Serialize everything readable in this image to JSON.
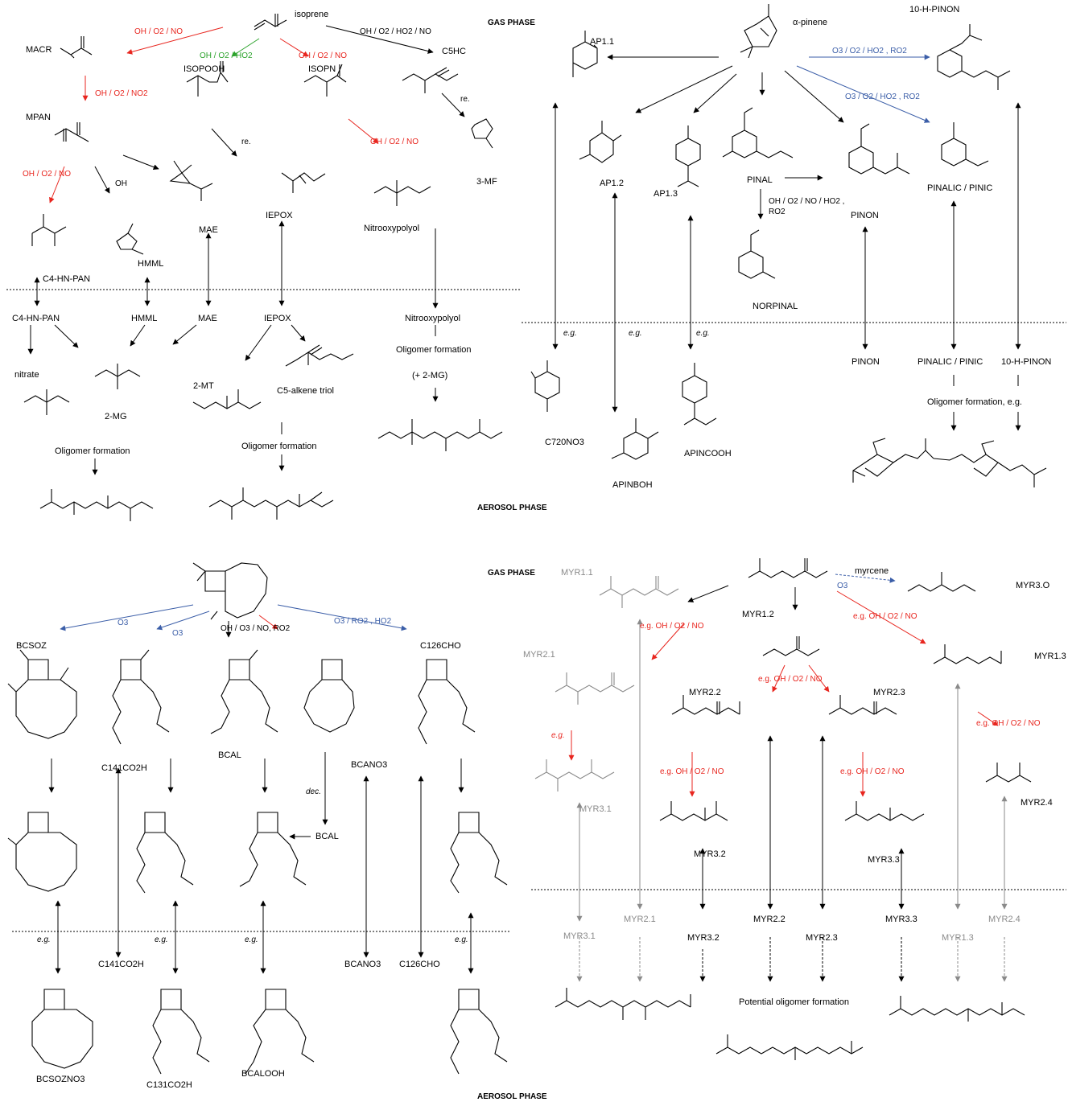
{
  "headers": {
    "gas_phase": "GAS PHASE",
    "aerosol_phase": "AEROSOL PHASE"
  },
  "colors": {
    "red": "#e8261f",
    "green": "#2ca32c",
    "blue": "#3b5ea8",
    "gray": "#8a8a8a",
    "black": "#000000"
  },
  "isoprene": {
    "isoprene": "isoprene",
    "macr": "MACR",
    "mpan": "MPAN",
    "isopooh": "ISOPOOH",
    "isopn": "ISOPN",
    "c5hc": "C5HC",
    "mf3": "3-MF",
    "mae": "MAE",
    "iepox": "IEPOX",
    "hmml": "HMML",
    "c4hnpan": "C4-HN-PAN",
    "nitrooxypolyol": "Nitrooxypolyol",
    "nitrate": "nitrate",
    "mg2": "2-MG",
    "mt2": "2-MT",
    "c5triol": "C5-alkene triol",
    "oligomer": "Oligomer formation",
    "oligomer_mg": "(+ 2-MG)",
    "r_oh_o2_no": "OH / O2 / NO",
    "r_oh_o2_ho2": "OH / O2 / HO2",
    "r_oh_o2_ho2_no": "OH / O2 / HO2 / NO",
    "r_oh_o2_no2": "OH / O2 / NO2",
    "r_oh": "OH",
    "r_re": "re."
  },
  "pinene": {
    "apinene": "α-pinene",
    "ap11": "AP1.1",
    "ap12": "AP1.2",
    "ap13": "AP1.3",
    "pinal": "PINAL",
    "norpinal": "NORPINAL",
    "pinon": "PINON",
    "hpinon": "10-H-PINON",
    "pinic": "PINALIC / PINIC",
    "c720no3": "C720NO3",
    "apinboh": "APINBOH",
    "apincooh": "APINCOOH",
    "oligomer_eg": "Oligomer formation, e.g.",
    "eg": "e.g.",
    "r_o3_ro2": "O3 / O2 / HO2 , RO2",
    "r_pinal": "OH / O2 / NO / HO2 , RO2"
  },
  "bcary": {
    "bcsoz": "BCSOZ",
    "c141co2h": "C141CO2H",
    "bcal": "BCAL",
    "bcano3": "BCANO3",
    "c126cho": "C126CHO",
    "bcsozno3": "BCSOZNO3",
    "c131co2h": "C131CO2H",
    "bcalooh": "BCALOOH",
    "r_o3": "O3",
    "r_oh": "OH / O3 / NO, RO2",
    "r_o3_ro2": "O3 / RO2 , HO2",
    "dec": "dec.",
    "eg": "e.g."
  },
  "myrcene": {
    "myrcene": "myrcene",
    "myr11": "MYR1.1",
    "myr12": "MYR1.2",
    "myr13": "MYR1.3",
    "myr3o": "MYR3.O",
    "myr21": "MYR2.1",
    "myr22": "MYR2.2",
    "myr23": "MYR2.3",
    "myr24": "MYR2.4",
    "myr31": "MYR3.1",
    "myr32": "MYR3.2",
    "myr33": "MYR3.3",
    "potential": "Potential oligomer formation",
    "r_oh": "e.g. OH / O2 / NO",
    "r_o3": "O3",
    "eg": "e.g."
  }
}
